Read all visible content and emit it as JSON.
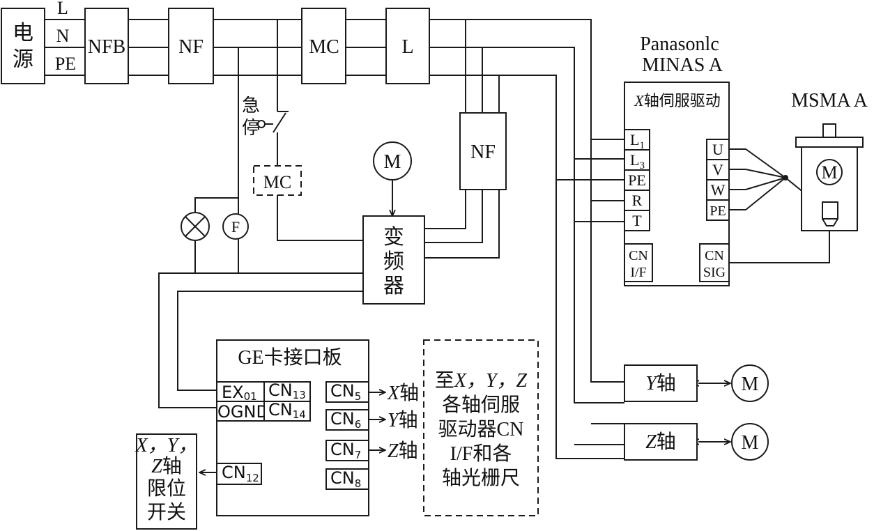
{
  "power": {
    "label_line1": "电",
    "label_line2": "源",
    "L": "L",
    "N": "N",
    "PE": "PE"
  },
  "blocks": {
    "nfb": "NFB",
    "nf_main": "NF",
    "mc_main": "MC",
    "reactor": "L",
    "nf_inverter": "NF",
    "mc_coil": "MC",
    "estop_line1": "急",
    "estop_line2": "停",
    "motor_spindle": "M",
    "fan": "F",
    "inverter_lines": [
      "变",
      "频",
      "器"
    ]
  },
  "servo": {
    "brand_line1": "Panasonlc",
    "brand_line2": "MINAS A",
    "title_axis": "X",
    "title_rest": "轴伺服驱动",
    "inputs": [
      {
        "main": "L",
        "sub": "1"
      },
      {
        "main": "L",
        "sub": "3"
      },
      {
        "main": "PE",
        "sub": ""
      },
      {
        "main": "R",
        "sub": ""
      },
      {
        "main": "T",
        "sub": ""
      }
    ],
    "outputs": [
      "U",
      "V",
      "W",
      "PE"
    ],
    "cn_if_line1": "CN",
    "cn_if_line2": "I/F",
    "cn_sig_line1": "CN",
    "cn_sig_line2": "SIG"
  },
  "motor": {
    "model": "MSMA A",
    "symbol": "M"
  },
  "axes": [
    {
      "axis": "Y",
      "suffix": "轴",
      "motor": "M"
    },
    {
      "axis": "Z",
      "suffix": "轴",
      "motor": "M"
    }
  ],
  "ge_card": {
    "title": "GE卡接口板",
    "ports_left": [
      {
        "main": "EX",
        "sub": "01"
      },
      {
        "main": "CN",
        "sub": "13"
      },
      {
        "main": "OGND",
        "sub": ""
      },
      {
        "main": "CN",
        "sub": "14"
      }
    ],
    "ports_right": [
      {
        "main": "CN",
        "sub": "5",
        "target_axis": "X",
        "target_suffix": "轴"
      },
      {
        "main": "CN",
        "sub": "6",
        "target_axis": "Y",
        "target_suffix": "轴"
      },
      {
        "main": "CN",
        "sub": "7",
        "target_axis": "Z",
        "target_suffix": "轴"
      },
      {
        "main": "CN",
        "sub": "8",
        "target_axis": "",
        "target_suffix": ""
      }
    ],
    "port_limit": {
      "main": "CN",
      "sub": "12"
    }
  },
  "limit_switch": {
    "line1": "X，Y，",
    "line2_axis": "Z",
    "line2_rest": "轴",
    "line3": "限位",
    "line4": "开关"
  },
  "note": {
    "line1_prefix": "至",
    "line1_axes": "X，Y，Z",
    "line2": "各轴伺服",
    "line3": "驱动器CN",
    "line4": "I/F和各",
    "line5": "轴光栅尺"
  }
}
